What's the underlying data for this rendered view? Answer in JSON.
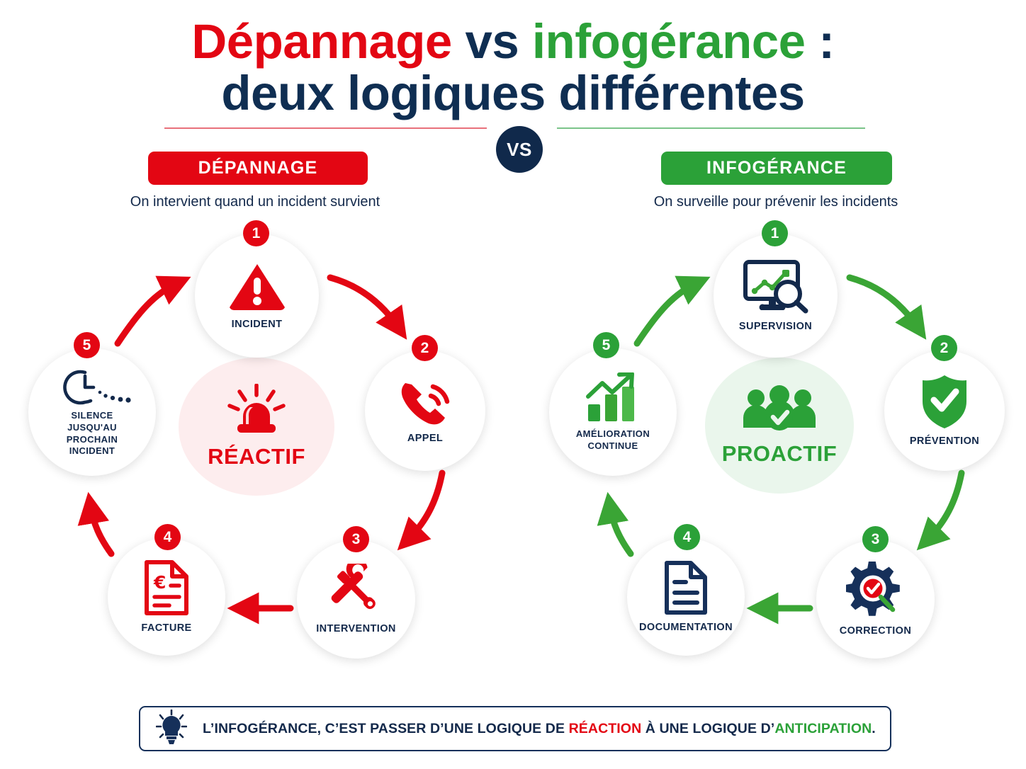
{
  "title": {
    "line1_part1": "Dépannage",
    "line1_part2": " vs ",
    "line1_part3": "infogérance",
    "line1_part4": " :",
    "line2": "deux logiques différentes"
  },
  "vs_badge": "VS",
  "left": {
    "pill_label": "DÉPANNAGE",
    "subtitle": "On intervient quand un incident survient",
    "accent_color": "#E30613",
    "center": {
      "label": "RÉACTIF",
      "icon": "siren-icon"
    },
    "steps": [
      {
        "num": "1",
        "label": "INCIDENT",
        "icon": "warning-triangle-icon"
      },
      {
        "num": "2",
        "label": "APPEL",
        "icon": "phone-ringing-icon"
      },
      {
        "num": "3",
        "label": "INTERVENTION",
        "icon": "wrench-screwdriver-icon"
      },
      {
        "num": "4",
        "label": "FACTURE",
        "icon": "invoice-euro-icon"
      },
      {
        "num": "5",
        "label": "SILENCE\nJUSQU'AU\nPROCHAIN\nINCIDENT",
        "icon": "clock-dots-icon"
      }
    ]
  },
  "right": {
    "pill_label": "INFOGÉRANCE",
    "subtitle": "On surveille pour prévenir les incidents",
    "accent_color": "#2BA138",
    "center": {
      "label": "PROACTIF",
      "icon": "team-check-icon"
    },
    "steps": [
      {
        "num": "1",
        "label": "SUPERVISION",
        "icon": "monitor-chart-magnifier-icon"
      },
      {
        "num": "2",
        "label": "PRÉVENTION",
        "icon": "shield-check-icon"
      },
      {
        "num": "3",
        "label": "CORRECTION",
        "icon": "gear-check-magnifier-icon"
      },
      {
        "num": "4",
        "label": "DOCUMENTATION",
        "icon": "document-lines-icon"
      },
      {
        "num": "5",
        "label": "AMÉLIORATION\nCONTINUE",
        "icon": "bar-growth-arrow-icon"
      }
    ]
  },
  "footer": {
    "icon": "lightbulb-icon",
    "text_part1": "L’INFOGÉRANCE, C’EST PASSER D’UNE LOGIQUE DE ",
    "text_highlight_red": "RÉACTION",
    "text_part2": " À UNE LOGIQUE D’",
    "text_highlight_green": "ANTICIPATION",
    "text_part3": "."
  },
  "colors": {
    "red": "#E30613",
    "green": "#2BA138",
    "navy": "#13294B",
    "red_tint": "#FDEDEE",
    "green_tint": "#EAF6EC"
  }
}
